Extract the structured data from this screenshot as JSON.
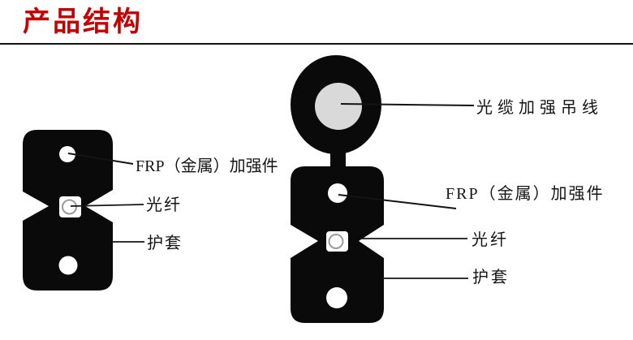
{
  "header": {
    "title": "产品结构"
  },
  "diagram": {
    "left_cable": {
      "strength_member_label": "FRP（金属）加强件",
      "fiber_label": "光纤",
      "sheath_label": "护套"
    },
    "right_cable": {
      "messenger_label": "光缆加强吊线",
      "strength_member_label": "FRP（金属）加强件",
      "fiber_label": "光纤",
      "sheath_label": "护套"
    },
    "colors": {
      "title_red": "#c40000",
      "cable_body_black": "#0a0a0a",
      "messenger_core_gray": "#d9d9d9",
      "fiber_outline_gray": "#9a9a9a",
      "background": "#ffffff"
    }
  }
}
